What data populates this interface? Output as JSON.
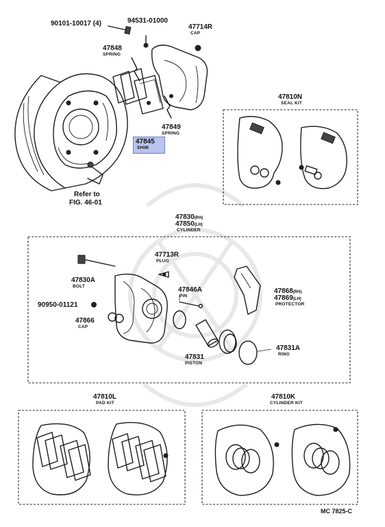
{
  "labels": {
    "bolt_top": "90101-10017 (4)",
    "screw_top": "94531-01000",
    "cap_top": {
      "number": "47714R",
      "name": "CAP"
    },
    "spring_upper": {
      "number": "47848",
      "name": "SPRING"
    },
    "shim": {
      "number": "47845",
      "name": "SHIM"
    },
    "spring_lower": {
      "number": "47849",
      "name": "SPRING"
    },
    "backing_plate_ref": {
      "line1": "Refer to",
      "line2": "FIG. 46-01"
    },
    "seal_kit": {
      "number": "47810N",
      "name": "SEAL KIT"
    },
    "cylinder": {
      "number1": "47830",
      "suffix1": "(RH)",
      "number2": "47850",
      "suffix2": "(LH)",
      "name": "CYLINDER"
    },
    "plug": {
      "number": "47713R",
      "name": "PLUG"
    },
    "bolt": {
      "number": "47830A",
      "name": "BOLT"
    },
    "pin": {
      "number": "47846A",
      "name": "PIN"
    },
    "protector": {
      "number1": "47868",
      "suffix1": "(RH)",
      "number2": "47869",
      "suffix2": "(LH)",
      "name": "PROTECTOR"
    },
    "nut_left": "90950-01121",
    "cap_left": {
      "number": "47866",
      "name": "CAP"
    },
    "piston": {
      "number": "47831",
      "name": "PISTON"
    },
    "ring": {
      "number": "47831A",
      "name": "RING"
    },
    "pad_kit": {
      "number": "47810L",
      "name": "PAD KIT"
    },
    "cylinder_kit": {
      "number": "47810K",
      "name": "CYLINDER KIT"
    },
    "figure_code": "MC 7825-C"
  },
  "highlight_color": "#b9c3ee"
}
